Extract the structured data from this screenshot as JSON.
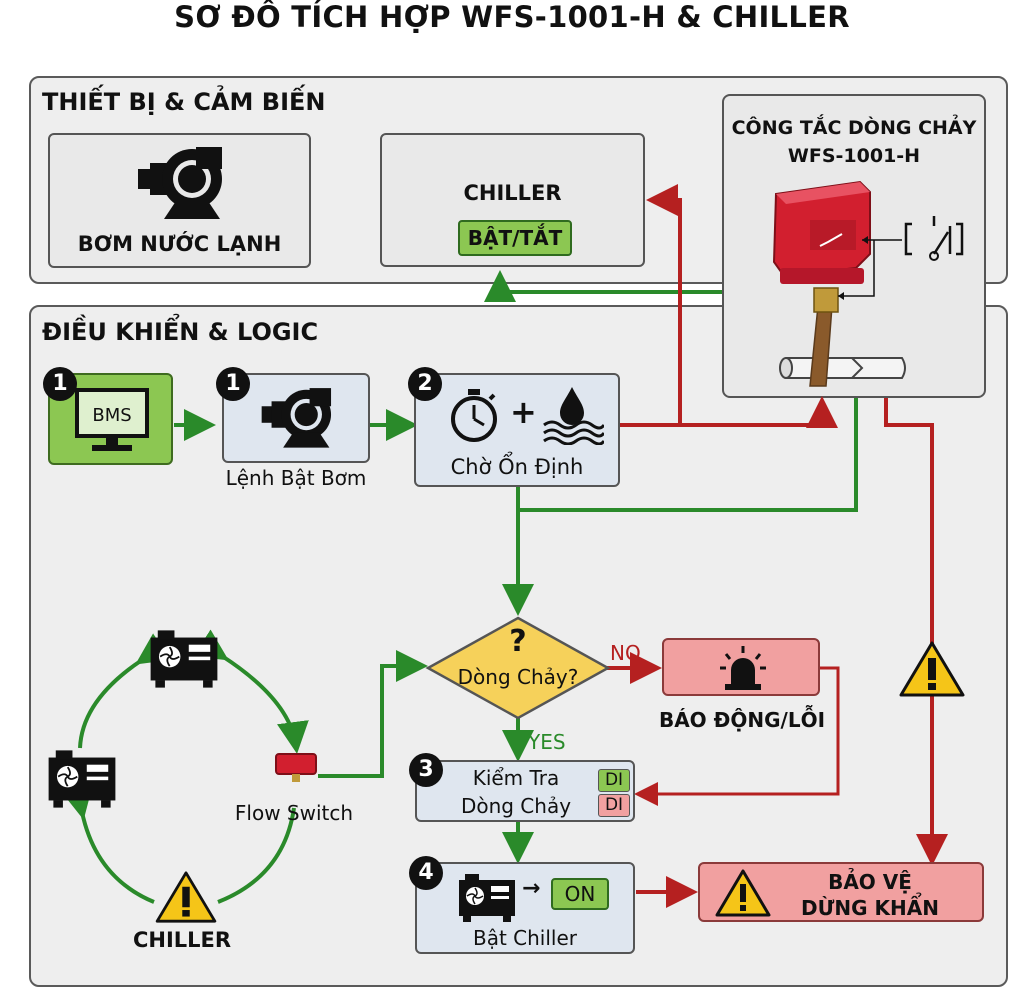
{
  "title": "SƠ ĐỒ TÍCH HỢP WFS-1001-H & CHILLER",
  "devices_panel": {
    "title": "THIẾT BỊ & CẢM BIẾN",
    "pump_label": "BƠM NƯỚC LẠNH",
    "chiller_label": "CHILLER",
    "chiller_toggle": "BẬT/TẮT"
  },
  "flow_switch_device": {
    "title_line1": "CÔNG TẮC DÒNG CHẢY",
    "title_line2": "WFS-1001-H"
  },
  "control_panel": {
    "title": "ĐIỀU KHIỂN & LOGIC",
    "bms_badge": "1",
    "bms_label": "BMS",
    "pump_cmd_badge": "1",
    "pump_cmd_label": "Lệnh Bật Bơm",
    "wait_badge": "2",
    "wait_label": "Chờ Ổn Định",
    "decision_symbol": "?",
    "decision_label": "Dòng Chảy?",
    "no_label": "NO",
    "yes_label": "YES",
    "alarm_label": "BÁO ĐỘNG/LỖI",
    "check_badge": "3",
    "check_line1": "Kiểm Tra",
    "check_line2": "Dòng Chảy",
    "di_label_1": "DI",
    "di_label_2": "DI",
    "start_badge": "4",
    "start_on": "ON",
    "start_label": "Bật Chiller",
    "protect_line1": "BẢO VỆ",
    "protect_line2": "DỪNG KHẨN",
    "loop_switch_label": "Flow Switch",
    "loop_chiller_label": "CHILLER"
  },
  "colors": {
    "green_line": "#2a8a2a",
    "red_line": "#b52020",
    "bms_green": "#8cc752",
    "alarm_pink": "#f1a0a0",
    "decision_yellow": "#f6d15a",
    "warning_yellow": "#f5c518",
    "device_red": "#d21f2f"
  },
  "icons": [
    "pump-icon",
    "monitor-icon",
    "stopwatch-icon",
    "water-drop-icon",
    "siren-icon",
    "chiller-unit-icon",
    "warning-icon",
    "switch-symbol-icon",
    "flow-switch-icon"
  ]
}
